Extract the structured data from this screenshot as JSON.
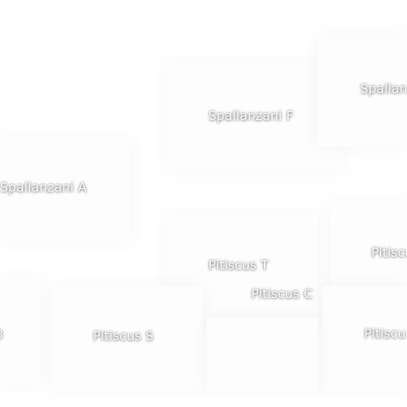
{
  "map": {
    "labels": {
      "spallanzani_f": "Spallanzani F",
      "spallanzani_partial": "Spallan",
      "spallanzani_a": "Spallanzani A",
      "pitiscus_t": "Pitiscus T",
      "pitiscus_c": "Pitiscus C",
      "pitiscus_partial_right": "Pitiscu",
      "pitiscus_s": "Pitiscus S",
      "pitiscus_partial_bottom_right": "Pitiscu",
      "left_edge_fragment": "3"
    }
  }
}
